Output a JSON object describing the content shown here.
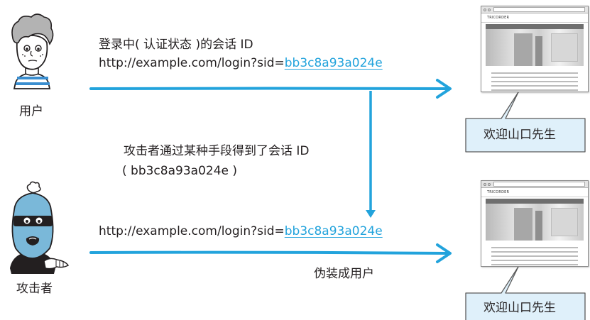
{
  "user": {
    "label": "用户",
    "session_caption": "登录中( 认证状态 )的会话 ID",
    "url_prefix": "http://example.com/login?sid=",
    "sid": "bb3c8a93a024e"
  },
  "attack": {
    "caption_line1": "攻击者通过某种手段得到了会话 ID",
    "caption_line2": "( bb3c8a93a024e )"
  },
  "attacker": {
    "label": "攻击者",
    "url_prefix": "http://example.com/login?sid=",
    "sid": "bb3c8a93a024e",
    "impersonate_caption": "伪装成用户"
  },
  "site_top": {
    "logo": "TRICORDER",
    "welcome": "欢迎山口先生"
  },
  "site_bottom": {
    "logo": "TRICORDER",
    "welcome": "欢迎山口先生"
  },
  "colors": {
    "arrow": "#22a3dc",
    "link": "#22a3dc",
    "bubble_fill": "#dff0fa",
    "bubble_border": "#5a5a5a"
  }
}
